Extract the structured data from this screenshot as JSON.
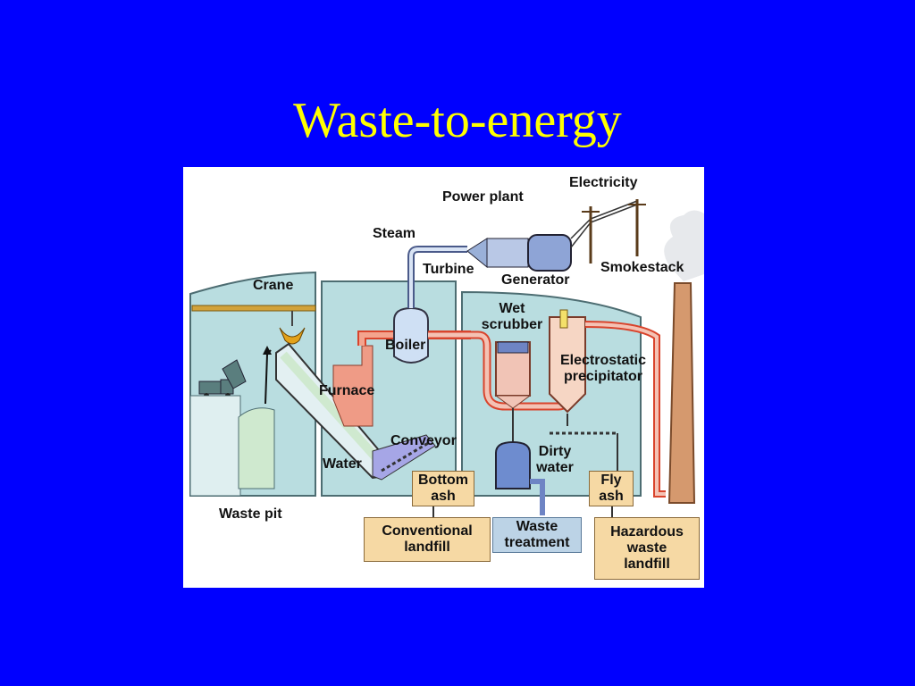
{
  "title": "Waste-to-energy",
  "labels": {
    "power_plant": "Power plant",
    "electricity": "Electricity",
    "steam": "Steam",
    "turbine": "Turbine",
    "generator": "Generator",
    "smokestack": "Smokestack",
    "crane": "Crane",
    "wet": "Wet",
    "scrubber": "scrubber",
    "boiler": "Boiler",
    "electrostatic": "Electrostatic",
    "precipitator": "precipitator",
    "furnace": "Furnace",
    "conveyor": "Conveyor",
    "water": "Water",
    "dirty": "Dirty",
    "water2": "water",
    "waste_pit": "Waste pit"
  },
  "boxes": {
    "bottom_ash_1": "Bottom",
    "bottom_ash_2": "ash",
    "fly_ash_1": "Fly",
    "fly_ash_2": "ash",
    "conventional_1": "Conventional",
    "conventional_2": "landfill",
    "waste_treatment_1": "Waste",
    "waste_treatment_2": "treatment",
    "hazardous_1": "Hazardous",
    "hazardous_2": "waste",
    "hazardous_3": "landfill"
  }
}
